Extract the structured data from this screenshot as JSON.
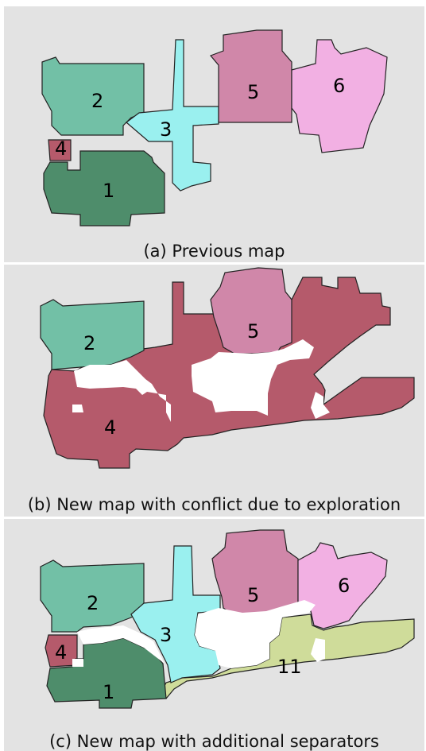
{
  "colors": {
    "r1": "#4e8d6b",
    "r2": "#72c0a6",
    "r3": "#9af0ef",
    "r4": "#b55a6b",
    "r5": "#d087a9",
    "r6": "#f2b0e3",
    "r11": "#cfdc9a",
    "background": "#e3e3e3"
  },
  "panels": [
    {
      "caption": "(a)  Previous map",
      "labels": {
        "r1": "1",
        "r2": "2",
        "r3": "3",
        "r4": "4",
        "r5": "5",
        "r6": "6"
      }
    },
    {
      "caption": "(b)  New map with conflict due to exploration",
      "labels": {
        "r2": "2",
        "r4": "4",
        "r5": "5"
      }
    },
    {
      "caption": "(c)  New map with additional separators",
      "labels": {
        "r1": "1",
        "r2": "2",
        "r3": "3",
        "r4": "4",
        "r5": "5",
        "r6": "6",
        "r11": "11"
      }
    }
  ]
}
